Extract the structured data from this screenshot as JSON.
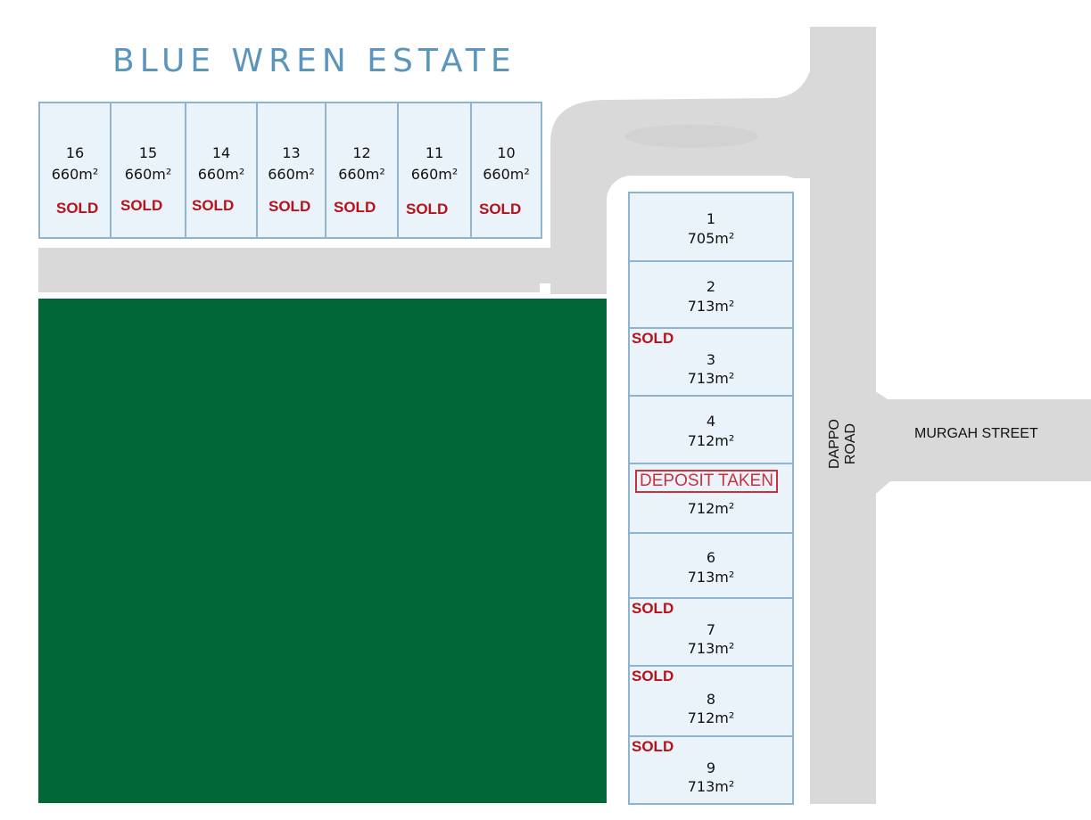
{
  "title": "BLUE WREN ESTATE",
  "roads": {
    "dappo": "DAPPO ROAD",
    "murgah": "MURGAH STREET"
  },
  "colors": {
    "road": "#d9d9d9",
    "lot_fill": "#eaf3fa",
    "lot_border": "#8fb4cf",
    "reserve": "#006838",
    "sold": "#b5121b",
    "title": "#5b95bb"
  },
  "top_lots": [
    {
      "number": "16",
      "area": "660m²",
      "status": "SOLD"
    },
    {
      "number": "15",
      "area": "660m²",
      "status": "SOLD"
    },
    {
      "number": "14",
      "area": "660m²",
      "status": "SOLD"
    },
    {
      "number": "13",
      "area": "660m²",
      "status": "SOLD"
    },
    {
      "number": "12",
      "area": "660m²",
      "status": "SOLD"
    },
    {
      "number": "11",
      "area": "660m²",
      "status": "SOLD"
    },
    {
      "number": "10",
      "area": "660m²",
      "status": "SOLD"
    }
  ],
  "side_lots": [
    {
      "number": "1",
      "area": "705m²",
      "status": ""
    },
    {
      "number": "2",
      "area": "713m²",
      "status": ""
    },
    {
      "number": "3",
      "area": "713m²",
      "status": "SOLD"
    },
    {
      "number": "4",
      "area": "712m²",
      "status": ""
    },
    {
      "number": "",
      "area": "712m²",
      "status": "DEPOSIT TAKEN"
    },
    {
      "number": "6",
      "area": "713m²",
      "status": ""
    },
    {
      "number": "7",
      "area": "713m²",
      "status": "SOLD"
    },
    {
      "number": "8",
      "area": "712m²",
      "status": "SOLD"
    },
    {
      "number": "9",
      "area": "713m²",
      "status": "SOLD"
    }
  ]
}
